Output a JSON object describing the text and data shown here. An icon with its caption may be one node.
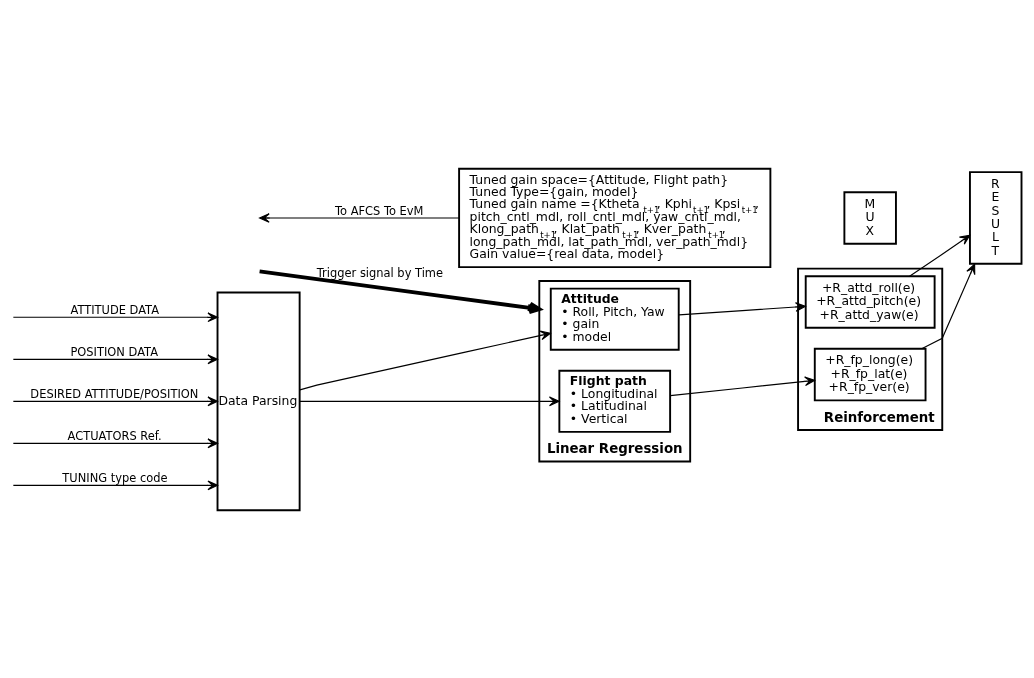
{
  "diagram": {
    "nodes": [
      {
        "text": [
          "Data Parsing"
        ]
      },
      {
        "text": [
          "Linear Regression"
        ]
      },
      {
        "text": [
          "Attitude",
          "• Roll, Pitch, Yaw",
          "• gain",
          "• model"
        ],
        "in": 1
      },
      {
        "text": [
          "Flight path",
          "• Longitudinal",
          "• Latitudinal",
          "• Vertical"
        ],
        "in": 1
      },
      {
        "text": [
          "Reinforcement"
        ]
      },
      {
        "text": [
          "+R_attd_roll(e)",
          "+R_attd_pitch(e)",
          "+R_attd_yaw(e)"
        ],
        "in": 4
      },
      {
        "text": [
          "+R_fp_long(e)",
          "+R_fp_lat(e)",
          "+R_fp_ver(e)"
        ],
        "in": 4
      },
      {
        "text": [
          "Tuned gain space={Attitude, Flight path}",
          "Tuned Type={gain, model}",
          "Tuned gain name ={Ktheta$_{t+1}$, Kphi$_{t+1}$, Kpsi$_{t+1}$, pitch_cntl_mdl, roll_cntl_mdl, yaw_cntl_mdl, Klong_path$_{t+1}$, Klat_path$_{t+1}$, Kver_path$_{t+1}$, long_path_mdl, lat_path_mdl, ver_path_mdl}",
          "Gain value={real data, model}"
        ]
      },
      {
        "text": [
          "MUX"
        ]
      },
      {
        "text": [
          "RESULT"
        ]
      }
    ],
    "edges": [
      {
        "from": null,
        "to": 0,
        "arrow": "to",
        "label": "ATTITUDE DATA"
      },
      {
        "from": null,
        "to": 0,
        "arrow": "to",
        "label": "POSITION DATA"
      },
      {
        "from": null,
        "to": 0,
        "arrow": "to",
        "label": "DESIRED ATTITUDE/POSITION"
      },
      {
        "from": null,
        "to": 0,
        "arrow": "to",
        "label": "ACTUATORS Ref."
      },
      {
        "from": null,
        "to": 0,
        "arrow": "to",
        "label": "TUNING type code"
      },
      {
        "from": null,
        "to": 1,
        "arrow": "to",
        "label": "Trigger signal by Time",
        "style": "thick"
      },
      {
        "from": 0,
        "to": 2,
        "arrow": "to"
      },
      {
        "from": 0,
        "to": 3,
        "arrow": "to"
      },
      {
        "from": 2,
        "to": 5,
        "arrow": "to"
      },
      {
        "from": 3,
        "to": 6,
        "arrow": "to"
      },
      {
        "from": 5,
        "to": 9,
        "arrow": "to"
      },
      {
        "from": 6,
        "to": 9,
        "arrow": "to"
      },
      {
        "from": 7,
        "to": null,
        "arrow": "to",
        "label": "To AFCS To EvM"
      }
    ]
  }
}
